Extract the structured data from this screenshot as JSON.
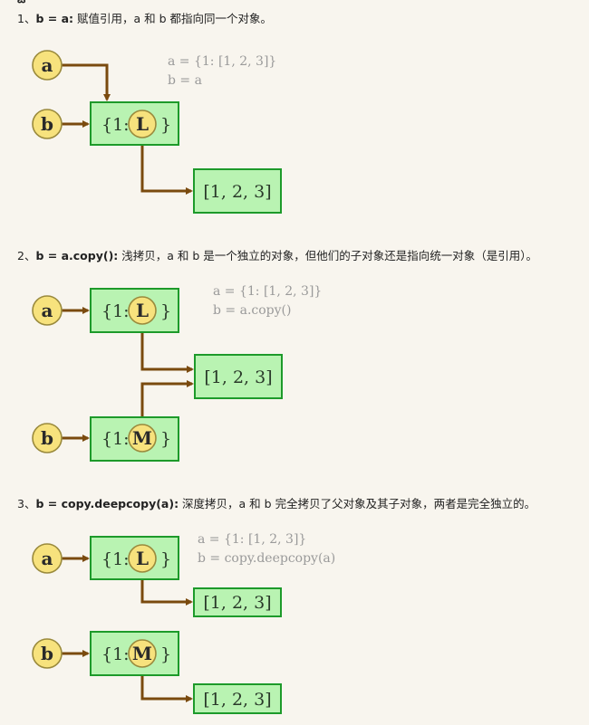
{
  "page_fragment": "ఓ",
  "sections": [
    {
      "prefix": "1、",
      "code": "b = a:",
      "desc": " 赋值引用，a 和 b 都指向同一个对象。",
      "code_lines": [
        "a = {1: [1, 2, 3]}",
        "b = a"
      ],
      "var_a": "a",
      "var_b": "b",
      "dict_obj": "{1:",
      "dict_close": "}",
      "ref_l": "L",
      "list_obj": "[1, 2, 3]"
    },
    {
      "prefix": "2、",
      "code": "b = a.copy():",
      "desc": " 浅拷贝，a 和 b 是一个独立的对象，但他们的子对象还是指向统一对象（是引用）。",
      "code_lines": [
        "a = {1: [1, 2, 3]}",
        "b = a.copy()"
      ],
      "var_a": "a",
      "var_b": "b",
      "dict_obj": "{1:",
      "dict_close": "}",
      "ref_l": "L",
      "ref_m": "M",
      "list_obj": "[1, 2, 3]"
    },
    {
      "prefix": "3、",
      "code": "b = copy.deepcopy(a):",
      "desc": " 深度拷贝，a 和 b 完全拷贝了父对象及其子对象，两者是完全独立的。",
      "code_lines": [
        "a = {1: [1, 2, 3]}",
        "b = copy.deepcopy(a)"
      ],
      "var_a": "a",
      "var_b": "b",
      "dict_obj": "{1:",
      "dict_close": "}",
      "ref_l": "L",
      "ref_m": "M",
      "list_obj": "[1, 2, 3]"
    }
  ],
  "colors": {
    "background": "#f8f5ee",
    "variable_circle": "#f7e27d",
    "object_box": "#b9f3b2",
    "object_border": "#1d9a2a",
    "arrow": "#7a4a0e",
    "code_text": "#9a9a9a"
  }
}
